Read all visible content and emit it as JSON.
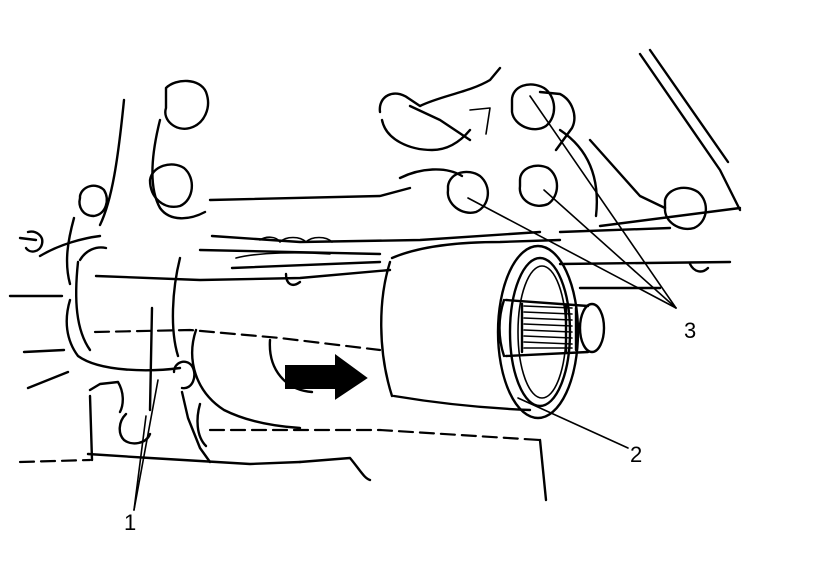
{
  "callouts": {
    "part1": "1",
    "part2": "2",
    "part3": "3"
  },
  "arrow": {
    "direction": "right",
    "color": "#000000"
  }
}
